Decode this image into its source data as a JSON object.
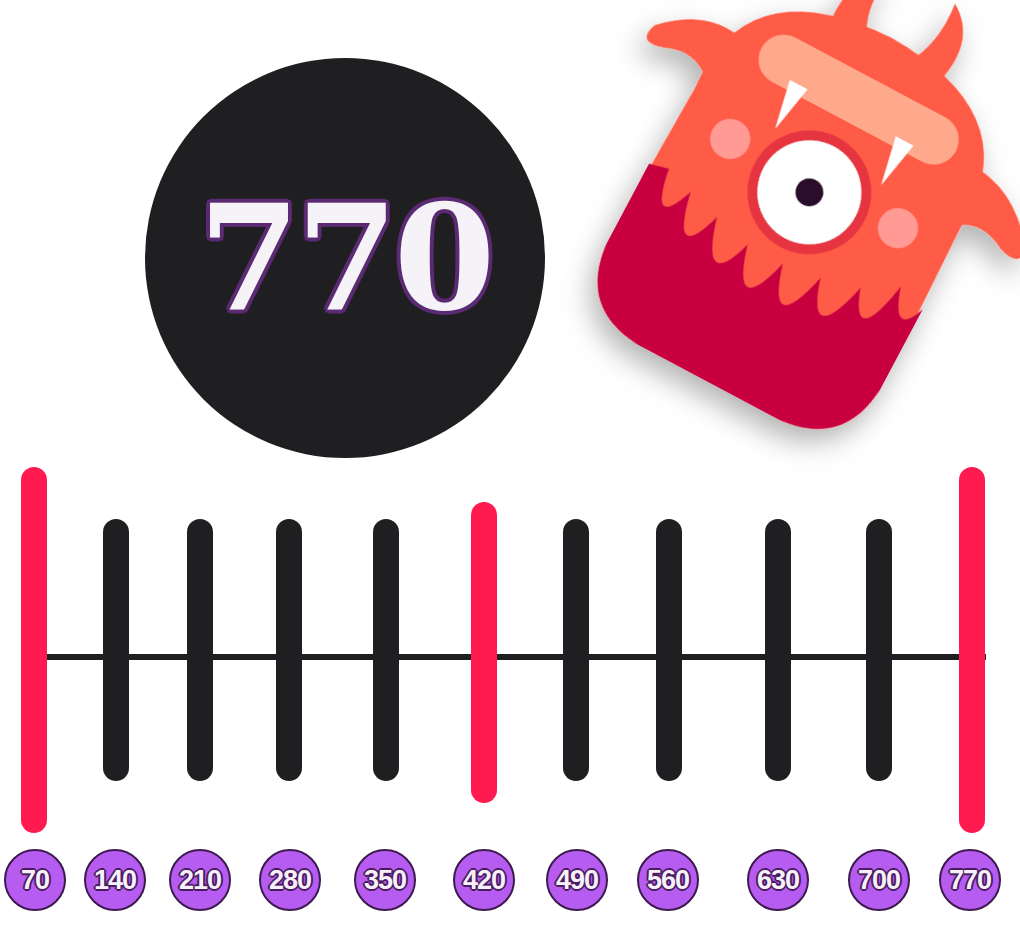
{
  "diagram": {
    "nodes": [
      {
        "text": [
          "770"
        ]
      },
      {
        "text": [
          "70"
        ]
      },
      {
        "text": [
          "140"
        ]
      },
      {
        "text": [
          "210"
        ]
      },
      {
        "text": [
          "280"
        ]
      },
      {
        "text": [
          "350"
        ]
      },
      {
        "text": [
          "420"
        ]
      },
      {
        "text": [
          "490"
        ]
      },
      {
        "text": [
          "560"
        ]
      },
      {
        "text": [
          "630"
        ]
      },
      {
        "text": [
          "700"
        ]
      },
      {
        "text": [
          "770"
        ]
      }
    ]
  }
}
